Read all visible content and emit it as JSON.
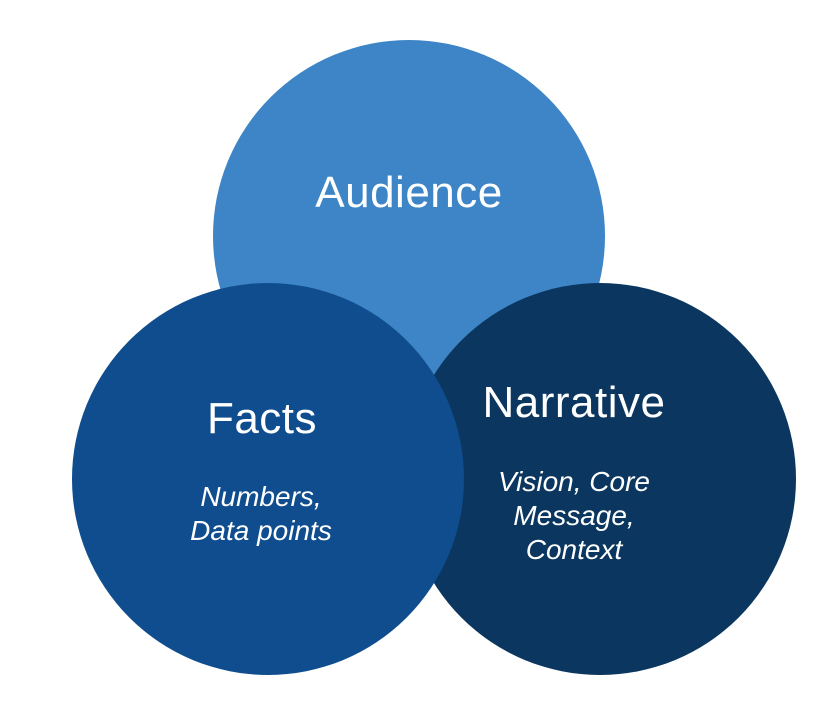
{
  "colors": {
    "audience": "#3d85c6",
    "facts": "#0f4d8e",
    "narrative": "#0b365f",
    "text": "#ffffff"
  },
  "circles": {
    "audience": {
      "title": "Audience"
    },
    "facts": {
      "title": "Facts",
      "subtitle_lines": [
        "Numbers,",
        "Data points"
      ]
    },
    "narrative": {
      "title": "Narrative",
      "subtitle_lines": [
        "Vision, Core",
        "Message,",
        "Context"
      ]
    }
  }
}
